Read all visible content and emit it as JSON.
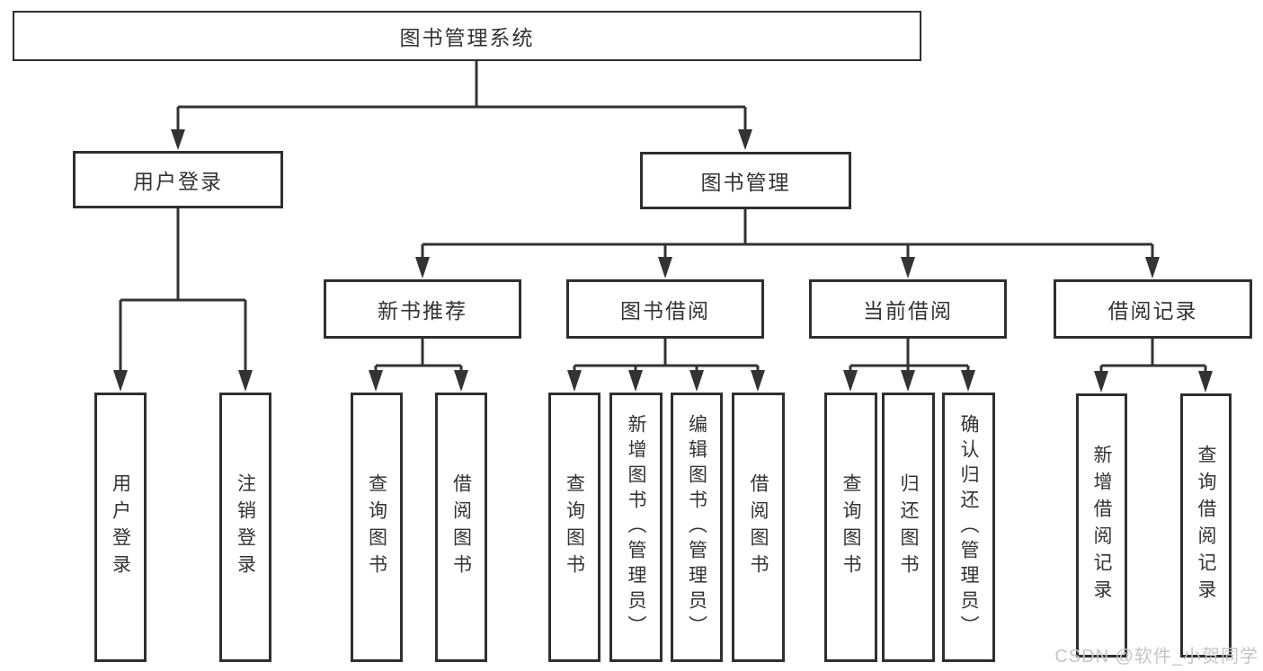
{
  "diagram_type": "hierarchy-tree",
  "tree": {
    "label": "图书管理系统",
    "children": [
      {
        "label": "用户登录",
        "children": [
          {
            "label": "用户登录"
          },
          {
            "label": "注销登录"
          }
        ]
      },
      {
        "label": "图书管理",
        "children": [
          {
            "label": "新书推荐",
            "children": [
              {
                "label": "查询图书"
              },
              {
                "label": "借阅图书"
              }
            ]
          },
          {
            "label": "图书借阅",
            "children": [
              {
                "label": "查询图书"
              },
              {
                "label": "新增图书（管理员）"
              },
              {
                "label": "编辑图书（管理员）"
              },
              {
                "label": "借阅图书"
              }
            ]
          },
          {
            "label": "当前借阅",
            "children": [
              {
                "label": "查询图书"
              },
              {
                "label": "归还图书"
              },
              {
                "label": "确认归还（管理员）"
              }
            ]
          },
          {
            "label": "借阅记录",
            "children": [
              {
                "label": "新增借阅记录"
              },
              {
                "label": "查询借阅记录"
              }
            ]
          }
        ]
      }
    ]
  },
  "watermark": {
    "text": "CSDN @软件_小贺同学"
  },
  "colors": {
    "line": "#333333",
    "box_border": "#2f2f2f",
    "text": "#333333",
    "background": "#ffffff",
    "watermark": "#c5c5c5"
  }
}
